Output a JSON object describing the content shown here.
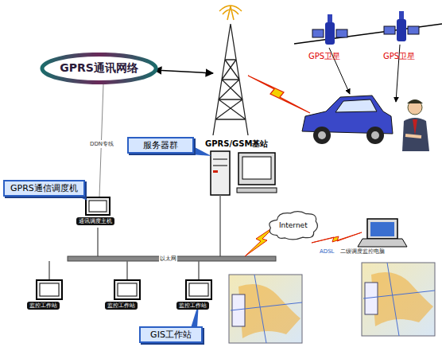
{
  "diagram": {
    "nodes": [
      {
        "text": [
          "GPRS通讯网络"
        ]
      },
      {
        "text": [
          "服务器群"
        ]
      },
      {
        "text": [
          "GPRS通信调度机"
        ]
      },
      {
        "text": [
          "Internet"
        ]
      },
      {
        "text": [
          "GIS工作站"
        ]
      }
    ],
    "labels": [
      "GPRS/GSM基站",
      "GPS卫星",
      "GPS卫星",
      "DDN专线",
      "通讯调度主机",
      "以太网",
      "ADSL",
      "二级调度监控电脑",
      "监控工作站",
      "监控工作站",
      "监控工作站"
    ]
  }
}
